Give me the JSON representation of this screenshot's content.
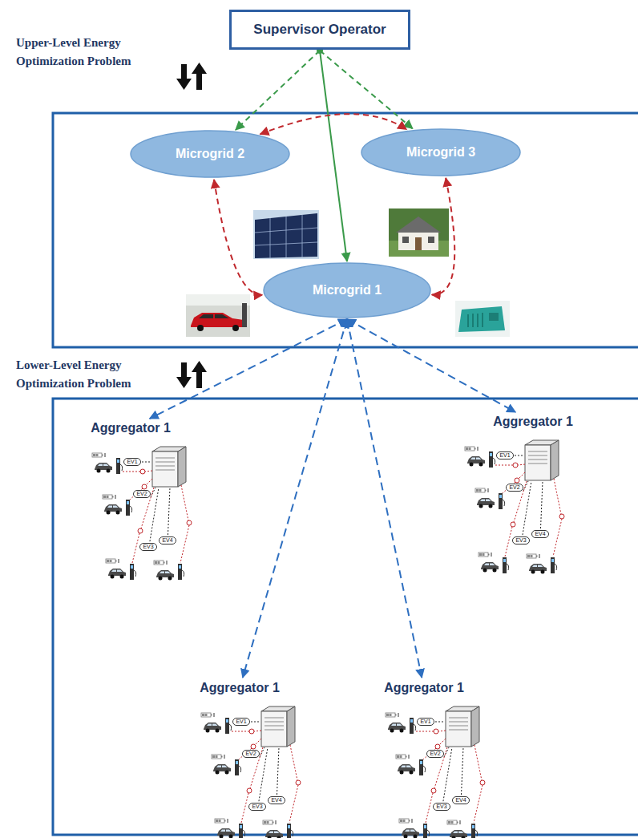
{
  "diagram": {
    "nodes": [
      {
        "text": [
          "Supervisor Operator"
        ]
      },
      {
        "text": [
          "Microgrid 2"
        ]
      },
      {
        "text": [
          "Microgrid 3"
        ]
      },
      {
        "text": [
          "Microgrid 1"
        ]
      },
      {
        "text": [
          "Aggregator 1"
        ]
      },
      {
        "text": [
          "Aggregator 1"
        ]
      },
      {
        "text": [
          "Aggregator 1"
        ]
      },
      {
        "text": [
          "Aggregator 1"
        ]
      }
    ],
    "edges": [
      {
        "from": 0,
        "to": 1,
        "arrow": "to"
      },
      {
        "from": 0,
        "to": 2,
        "arrow": "to"
      },
      {
        "from": 0,
        "to": 3,
        "arrow": "to"
      },
      {
        "from": 1,
        "to": 2,
        "arrow": "both"
      },
      {
        "from": 1,
        "to": 3,
        "arrow": "both"
      },
      {
        "from": 2,
        "to": 3,
        "arrow": "both"
      },
      {
        "from": 3,
        "to": 4,
        "arrow": "both"
      },
      {
        "from": 3,
        "to": 5,
        "arrow": "both"
      },
      {
        "from": 3,
        "to": 6,
        "arrow": "both"
      },
      {
        "from": 3,
        "to": 7,
        "arrow": "both"
      }
    ],
    "labels": [
      "Upper-Level Energy Optimization Problem",
      "Lower-Level Energy Optimization Problem",
      "EV1",
      "EV2",
      "EV3",
      "EV4",
      "EV1",
      "EV2",
      "EV3",
      "EV4",
      "EV1",
      "EV2",
      "EV3",
      "EV4",
      "EV1",
      "EV2",
      "EV3",
      "EV4"
    ]
  }
}
